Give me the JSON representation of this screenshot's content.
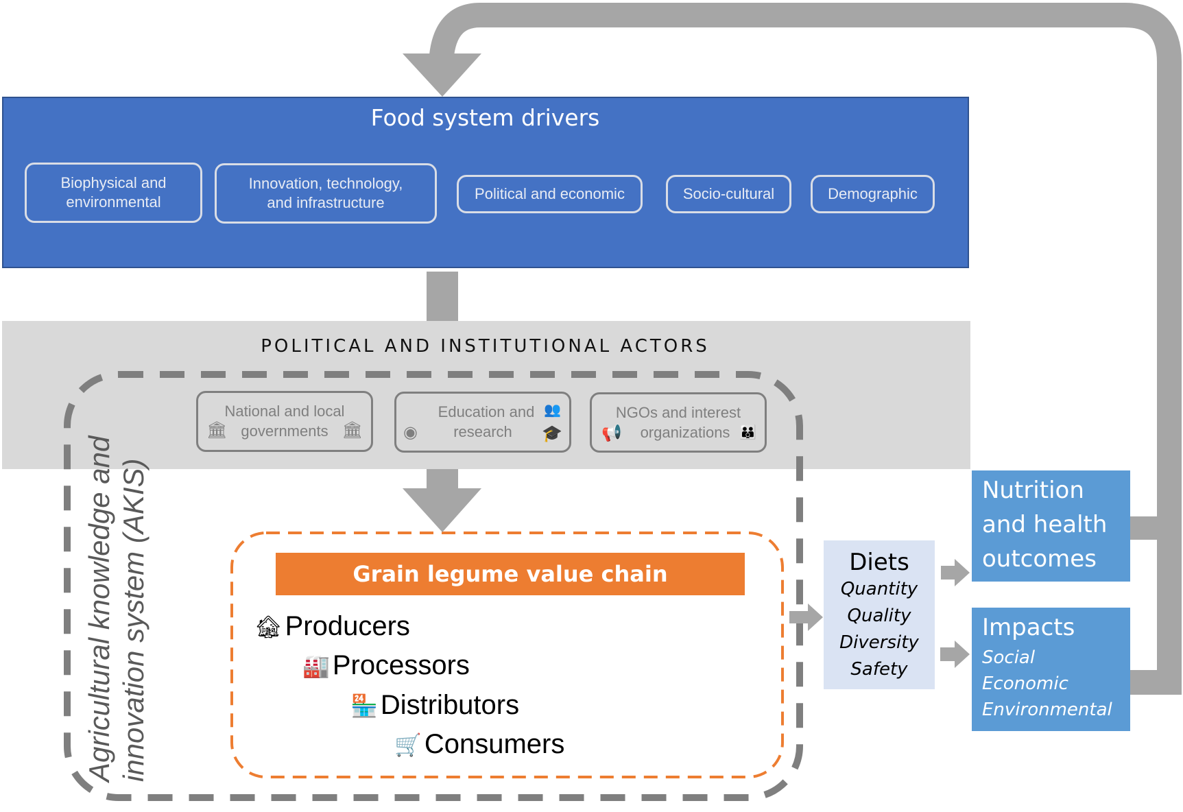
{
  "drivers": {
    "title": "Food system drivers",
    "items": [
      {
        "line1": "Biophysical and",
        "line2": "environmental"
      },
      {
        "line1": "Innovation, technology,",
        "line2": "and infrastructure"
      },
      {
        "line1": "Political and economic",
        "line2": ""
      },
      {
        "line1": "Socio-cultural",
        "line2": ""
      },
      {
        "line1": "Demographic",
        "line2": ""
      }
    ]
  },
  "actors": {
    "title": "POLITICAL AND INSTITUTIONAL ACTORS",
    "items": [
      {
        "line1": "National and local",
        "line2": "governments",
        "icons": [
          "government-building-icon",
          "government-building-icon"
        ]
      },
      {
        "line1": "Education and",
        "line2": "research",
        "icons": [
          "people-network-icon",
          "coins-icon",
          "graduation-cap-icon"
        ]
      },
      {
        "line1": "NGOs and interest",
        "line2": "organizations",
        "icons": [
          "megaphone-person-icon",
          "group-people-icon"
        ]
      }
    ]
  },
  "akis": {
    "line1": "Agricultural knowledge and",
    "line2": "innovation system (AKIS)"
  },
  "value_chain": {
    "title": "Grain legume value chain",
    "stages": [
      {
        "label": "Producers",
        "icon": "farm-barn-icon"
      },
      {
        "label": "Processors",
        "icon": "factory-icon"
      },
      {
        "label": "Distributors",
        "icon": "market-stall-icon"
      },
      {
        "label": "Consumers",
        "icon": "shopping-cart-icon"
      }
    ]
  },
  "diets": {
    "title": "Diets",
    "items": [
      "Quantity",
      "Quality",
      "Diversity",
      "Safety"
    ]
  },
  "nutrition": {
    "lines": [
      "Nutrition",
      "and health",
      "outcomes"
    ]
  },
  "impacts": {
    "title": "Impacts",
    "items": [
      "Social",
      "Economic",
      "Environmental"
    ]
  },
  "colors": {
    "drivers_blue": "#4472c4",
    "actors_gray": "#d9d9d9",
    "value_chain_orange": "#ed7d31",
    "diets_light_blue": "#dae3f3",
    "outcomes_blue": "#5b9bd5",
    "arrow_gray": "#a6a6a6"
  }
}
